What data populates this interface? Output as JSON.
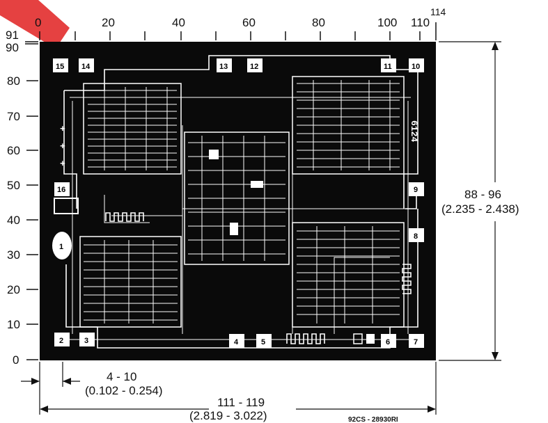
{
  "top_scale": {
    "ticks": [
      "0",
      "20",
      "40",
      "60",
      "80",
      "100",
      "110"
    ],
    "end_label": "114"
  },
  "left_scale": {
    "top_label": "91",
    "ticks": [
      "90",
      "80",
      "70",
      "60",
      "50",
      "40",
      "30",
      "20",
      "10",
      "0"
    ]
  },
  "pads": [
    "15",
    "14",
    "13",
    "12",
    "11",
    "10",
    "16",
    "9",
    "1",
    "8",
    "2",
    "3",
    "4",
    "5",
    "6",
    "7"
  ],
  "die_marking": "6124",
  "dimensions": {
    "height_mils": "88 - 96",
    "height_mm": "(2.235 - 2.438)",
    "width_mils": "111 - 119",
    "width_mm": "(2.819 - 3.022)",
    "offset_mils": "4 - 10",
    "offset_mm": "(0.102 - 0.254)"
  },
  "drawing_code": "92CS - 28930RI",
  "colors": {
    "die_fill": "#0a0a0a",
    "trace": "#ffffff",
    "corner_mark": "#e02020"
  }
}
